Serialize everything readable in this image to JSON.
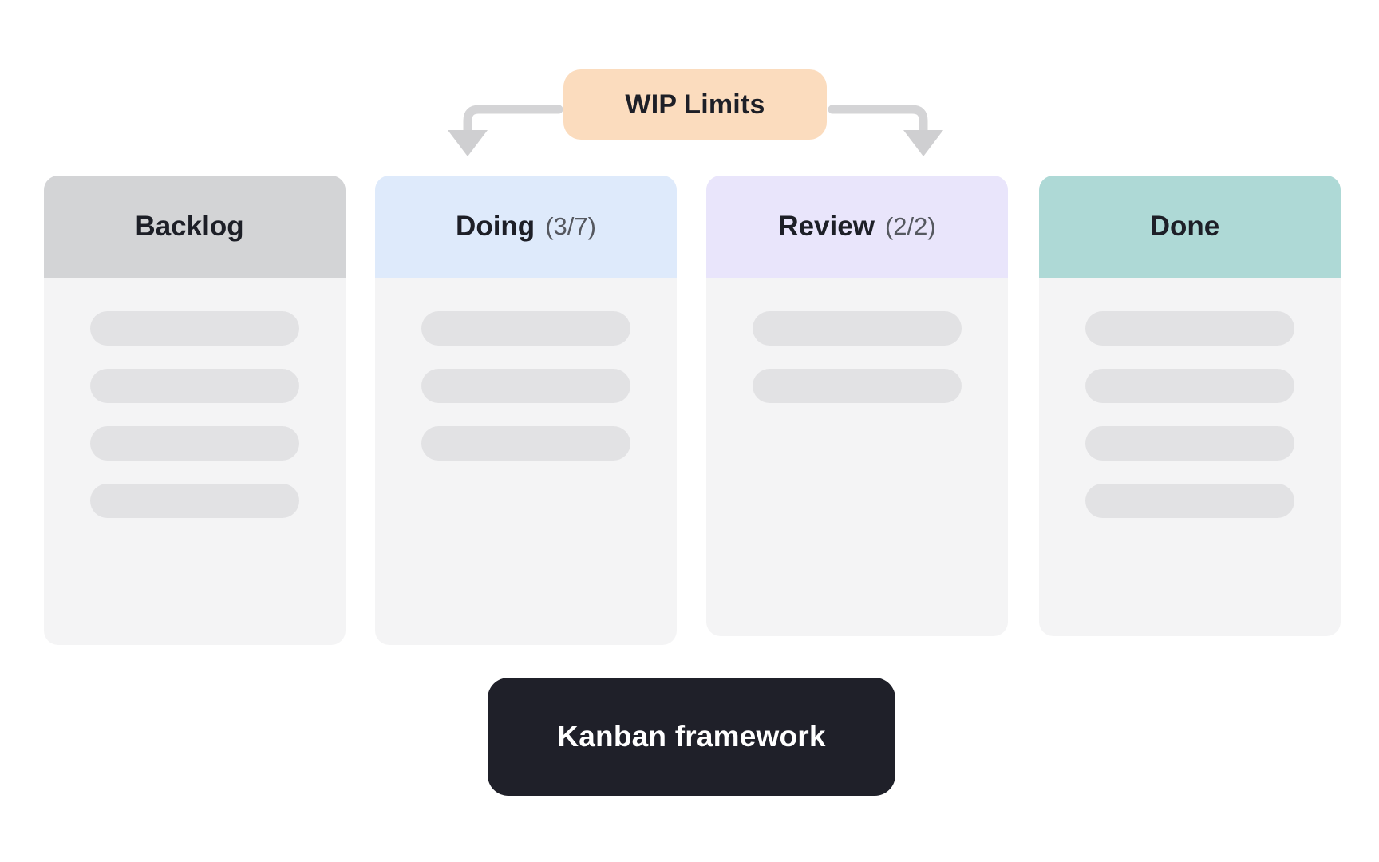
{
  "diagram": {
    "caption": "Kanban framework",
    "wip_badge": {
      "label": "WIP Limits",
      "color": "#fbdcbe"
    },
    "connectors": [
      {
        "name": "wip-to-doing",
        "direction": "down",
        "color": "#d4d4d6"
      },
      {
        "name": "wip-to-review",
        "direction": "down",
        "color": "#d4d4d6"
      }
    ],
    "columns": [
      {
        "id": "backlog",
        "title": "Backlog",
        "count": "",
        "header_color": "#d3d4d6",
        "cards": 4,
        "wip_limited": false
      },
      {
        "id": "doing",
        "title": "Doing",
        "count": "(3/7)",
        "header_color": "#deeafb",
        "cards": 3,
        "wip_limited": true
      },
      {
        "id": "review",
        "title": "Review",
        "count": "(2/2)",
        "header_color": "#e9e5fb",
        "cards": 2,
        "wip_limited": true
      },
      {
        "id": "done",
        "title": "Done",
        "count": "",
        "header_color": "#aed9d6",
        "cards": 4,
        "wip_limited": false
      }
    ],
    "palette": {
      "background": "#ffffff",
      "column_body": "#f4f4f5",
      "card": "#e2e2e4",
      "caption_bg": "#1f2029",
      "caption_text": "#ffffff",
      "text": "#1d1f27",
      "muted_text": "#55585f"
    }
  }
}
